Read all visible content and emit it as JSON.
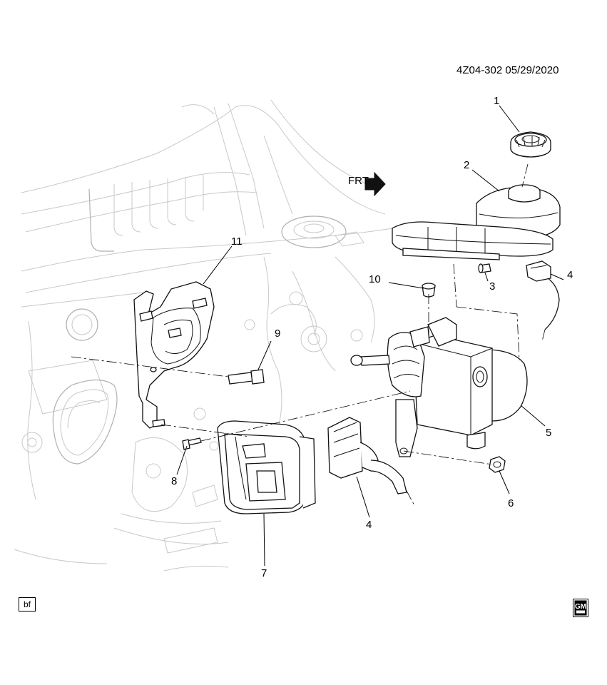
{
  "header": {
    "diagram_id": "4Z04-302 05/29/2020"
  },
  "orientation_label": "FRT",
  "callouts": [
    {
      "number": "1"
    },
    {
      "number": "2"
    },
    {
      "number": "3"
    },
    {
      "number": "4"
    },
    {
      "number": "4"
    },
    {
      "number": "5"
    },
    {
      "number": "6"
    },
    {
      "number": "7"
    },
    {
      "number": "8"
    },
    {
      "number": "9"
    },
    {
      "number": "10"
    },
    {
      "number": "11"
    }
  ],
  "footer": {
    "tag": "bf",
    "logo_text": "GM"
  }
}
